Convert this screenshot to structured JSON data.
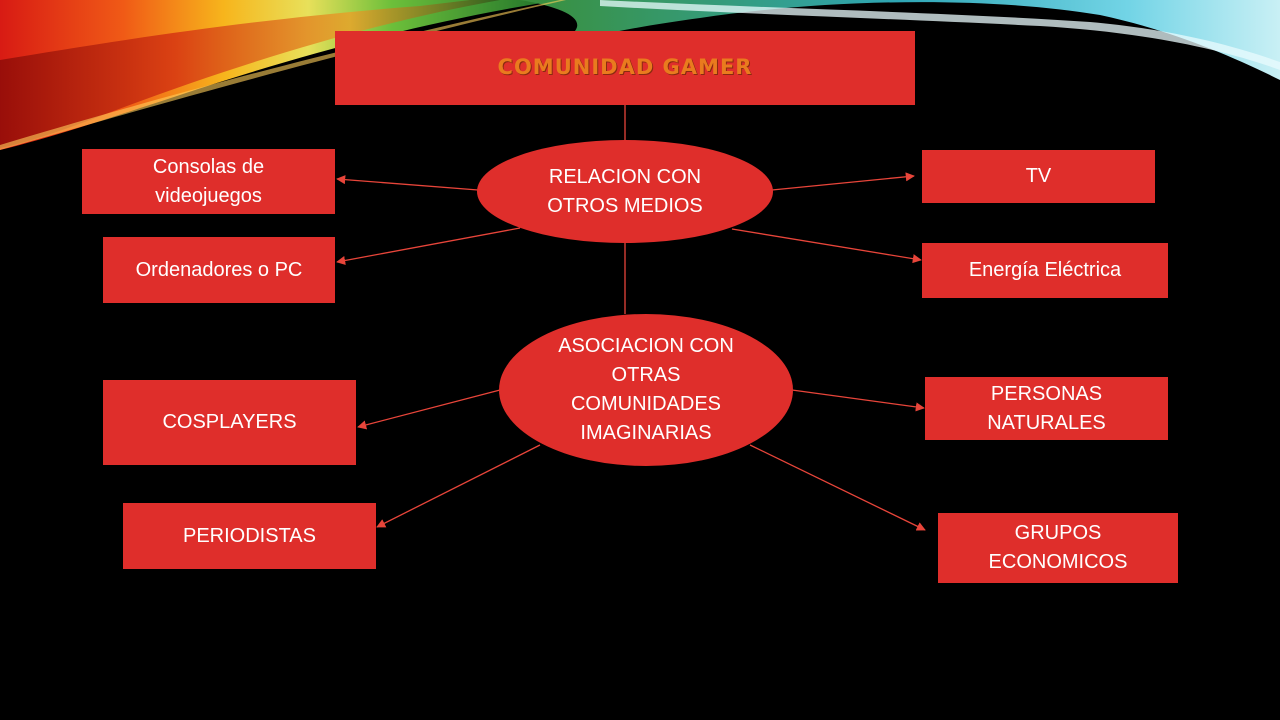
{
  "colors": {
    "background": "#000000",
    "node_fill": "#df2e2b",
    "title_text": "#e97b1e",
    "connector": "#e8453a",
    "node_text": "#ffffff"
  },
  "title": "COMUNIDAD GAMER",
  "hubs": {
    "relacion": "RELACION CON OTROS MEDIOS",
    "asociacion": "ASOCIACION CON OTRAS COMUNIDADES IMAGINARIAS"
  },
  "relacion_nodes": {
    "consolas": "Consolas de videojuegos",
    "ordenadores": "Ordenadores o PC",
    "tv": "TV",
    "energia": "Energía Eléctrica"
  },
  "asociacion_nodes": {
    "cosplayers": "COSPLAYERS",
    "periodistas": "PERIODISTAS",
    "personas": "PERSONAS NATURALES",
    "grupos": "GRUPOS ECONOMICOS"
  }
}
